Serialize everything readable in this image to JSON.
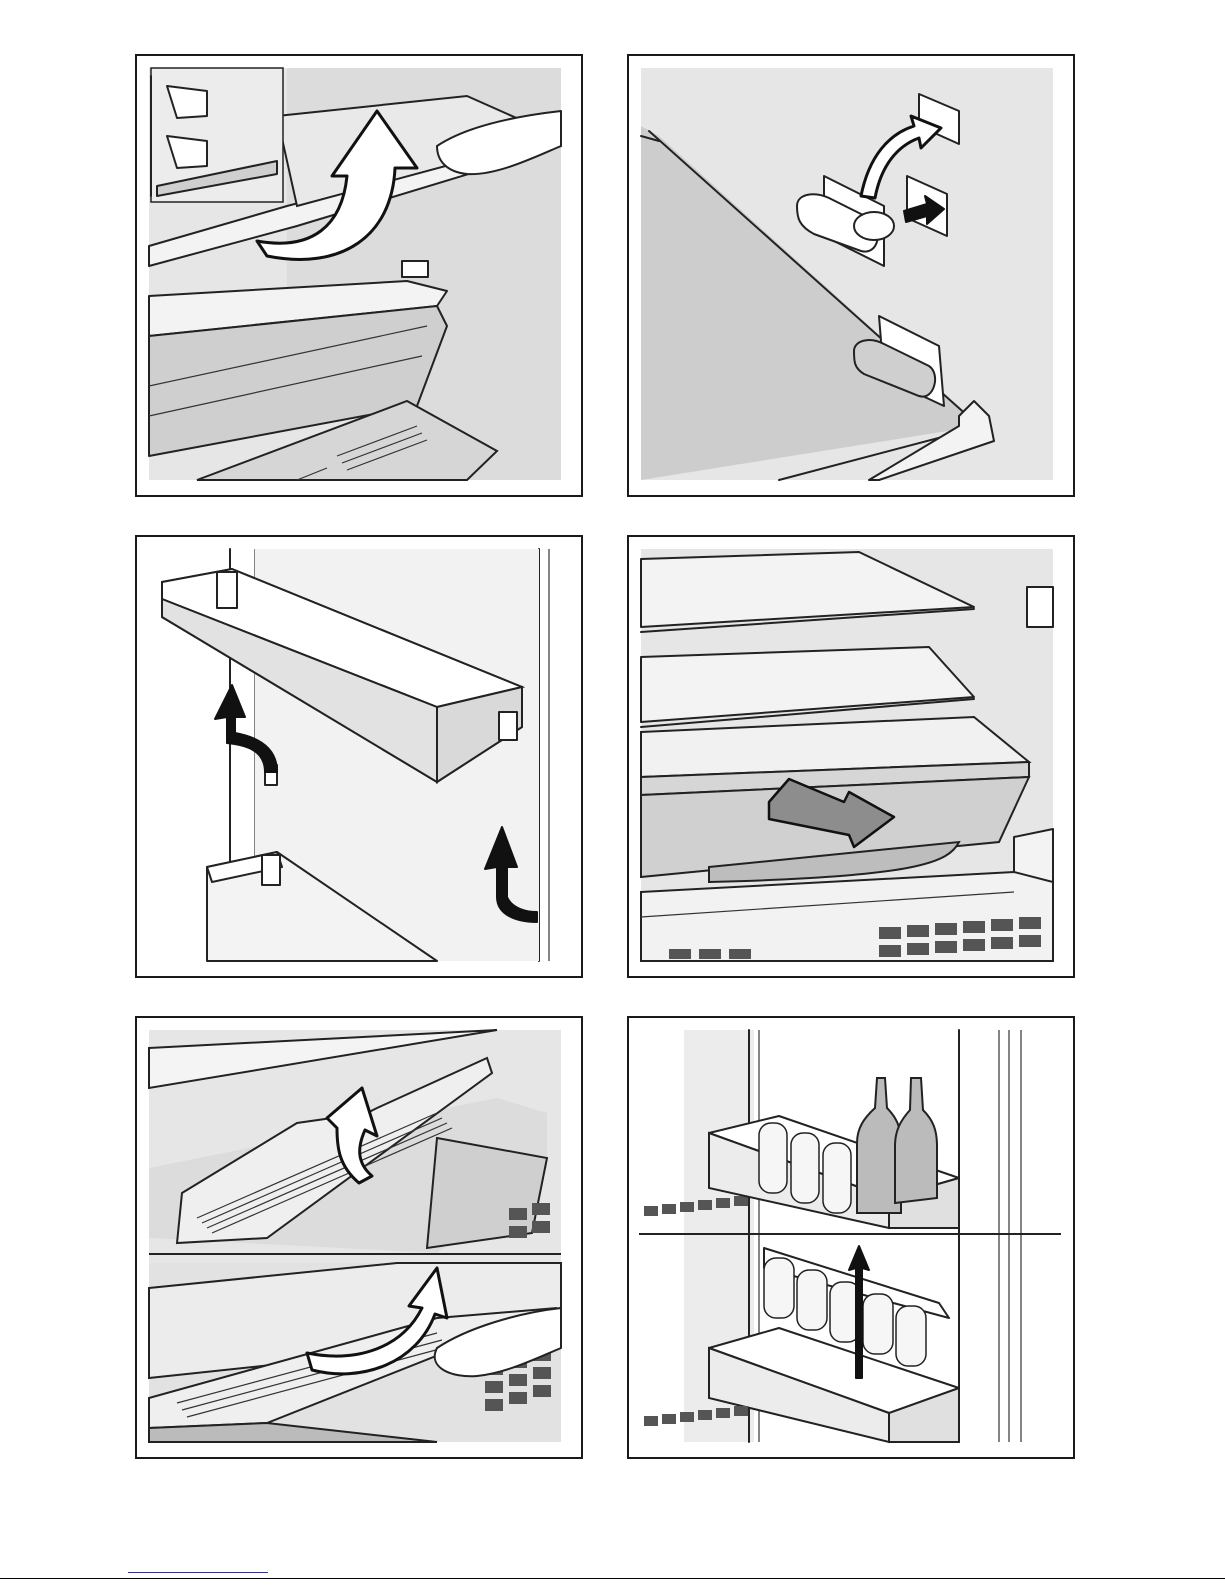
{
  "page": {
    "panels": [
      {
        "id": "p1",
        "depicts": "glass-shelf-removal"
      },
      {
        "id": "p2",
        "depicts": "shelf-support-clip"
      },
      {
        "id": "p3",
        "depicts": "door-rack-removal"
      },
      {
        "id": "p4",
        "depicts": "drawer-pull-out"
      },
      {
        "id": "p5",
        "depicts": "crisper-lid-removal"
      },
      {
        "id": "p6",
        "depicts": "bottle-holder-adjust"
      }
    ],
    "colors": {
      "background": "#ffffff",
      "panel_border": "#1a1a1a",
      "interior": "#e6e6e6",
      "shaded": "#cfcfcf",
      "footer_link": "#2b2bd8"
    }
  }
}
